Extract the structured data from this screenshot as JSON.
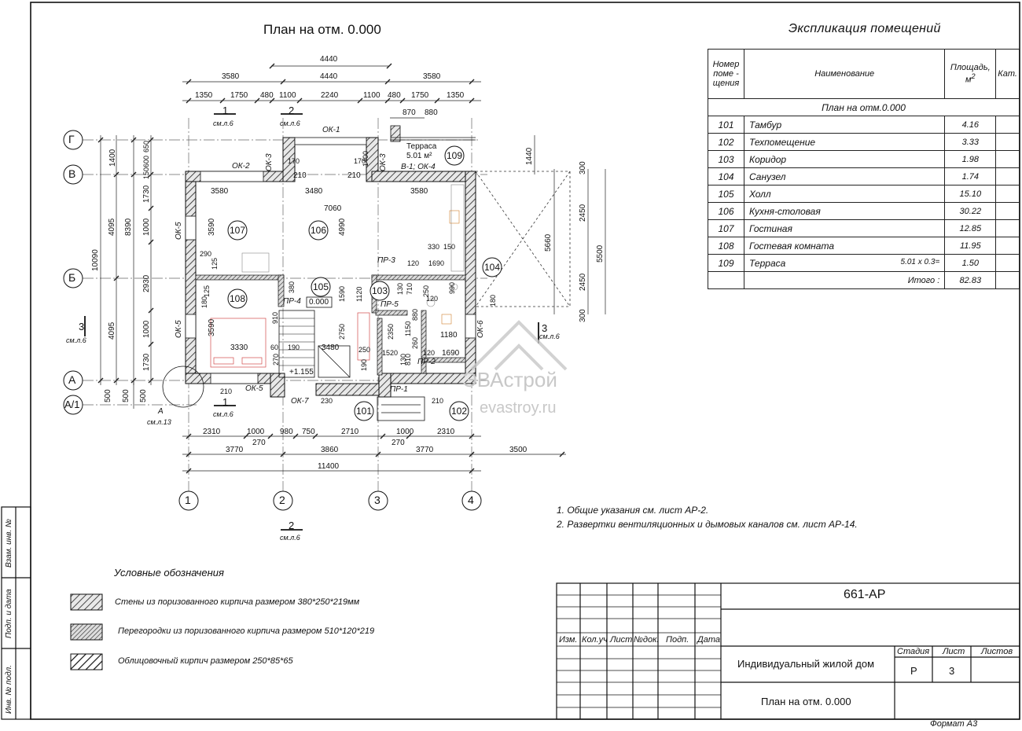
{
  "plan": {
    "title": "План на отм. 0.000",
    "axes_letters": [
      "Г",
      "В",
      "Б",
      "А",
      "А/1"
    ],
    "axes_numbers": [
      "1",
      "2",
      "3",
      "4"
    ],
    "top_dims_row1": [
      "4440"
    ],
    "top_dims_row2": [
      "3580",
      "4440",
      "3580"
    ],
    "top_dims_row3": [
      "1350",
      "1750",
      "480",
      "1100",
      "2240",
      "1100",
      "480",
      "1750",
      "1350"
    ],
    "top_dims_row4": [
      "870",
      "880"
    ],
    "bottom_dims_row1": [
      "2310",
      "1000",
      "980",
      "750",
      "2710",
      "1000",
      "2310"
    ],
    "bottom_dims_row1b": [
      "270",
      "270"
    ],
    "bottom_dims_row2": [
      "3770",
      "3860",
      "3770",
      "3500"
    ],
    "bottom_total": "11400",
    "left_dims_outer": [
      "10090"
    ],
    "left_dims_mid": [
      "4095",
      "8390",
      "4095"
    ],
    "left_dims_inner": [
      "1400",
      "1730",
      "1000",
      "2930",
      "1000",
      "1730"
    ],
    "left_dims_small": [
      "650",
      "600",
      "150"
    ],
    "left_bottom_dims": [
      "500",
      "500",
      "500"
    ],
    "right_dims": [
      "1440",
      "5660",
      "5500",
      "2450",
      "2450",
      "300",
      "300"
    ],
    "openings": [
      "ОК-1",
      "ОК-2",
      "ОК-3",
      "ОК-3",
      "ОК-5",
      "ОК-5",
      "ОК-5",
      "ОК-6",
      "ОК-7",
      "ПР-1",
      "ПР-2",
      "ПР-3",
      "ПР-4",
      "ПР-5",
      "В-1; ОК-4"
    ],
    "interior_dims": [
      "170",
      "170",
      "1400",
      "210",
      "210",
      "3580",
      "3480",
      "3580",
      "7060",
      "3590",
      "4990",
      "290",
      "125",
      "125",
      "330",
      "150",
      "120",
      "1690",
      "380",
      "910",
      "1590",
      "1120",
      "130",
      "710",
      "250",
      "120",
      "990",
      "180",
      "180",
      "3590",
      "3330",
      "60",
      "190",
      "3480",
      "2750",
      "250",
      "1520",
      "2350",
      "1150",
      "260",
      "880",
      "810",
      "130",
      "120",
      "1690",
      "1180",
      "270",
      "190",
      "210",
      "230",
      "210"
    ],
    "terrace_label": "Терраса",
    "terrace_area": "5.01 м²",
    "level_mark": "0.000",
    "level_mark2": "+1.155",
    "room_tags": [
      "101",
      "102",
      "103",
      "104",
      "105",
      "106",
      "107",
      "108",
      "109"
    ],
    "section_marks": [
      {
        "num": "1",
        "ref": "см.л.6"
      },
      {
        "num": "2",
        "ref": "см.л.6"
      },
      {
        "num": "3",
        "ref": "см.л.6"
      },
      {
        "num": "3",
        "ref": "см.л.6"
      },
      {
        "num": "1",
        "ref": "см.л.6"
      },
      {
        "num": "2",
        "ref": "см.л.6"
      }
    ],
    "node_mark": {
      "num": "А",
      "ref": "см.л.13"
    }
  },
  "watermark": {
    "brand": "ЭВАстрой",
    "site": "evastroy.ru"
  },
  "explication": {
    "title": "Экспликация помещений",
    "headers": {
      "num": "Номер поме - щения",
      "name": "Наименование",
      "area": "Площадь, м",
      "area_sup": "2",
      "cat": "Кат."
    },
    "subheader": "План на отм.0.000",
    "rows": [
      {
        "num": "101",
        "name": "Тамбур",
        "area": "4.16"
      },
      {
        "num": "102",
        "name": "Техпомещение",
        "area": "3.33"
      },
      {
        "num": "103",
        "name": "Коридор",
        "area": "1.98"
      },
      {
        "num": "104",
        "name": "Санузел",
        "area": "1.74"
      },
      {
        "num": "105",
        "name": "Холл",
        "area": "15.10"
      },
      {
        "num": "106",
        "name": "Кухня-столовая",
        "area": "30.22"
      },
      {
        "num": "107",
        "name": "Гостиная",
        "area": "12.85"
      },
      {
        "num": "108",
        "name": "Гостевая комната",
        "area": "11.95"
      },
      {
        "num": "109",
        "name": "Терраса",
        "name_extra": "5.01 x 0.3=",
        "area": "1.50"
      }
    ],
    "total_label": "Итого :",
    "total": "82.83"
  },
  "notes": [
    "1.  Общие указания см. лист АР-2.",
    "2.  Развертки вентиляционных и дымовых каналов см. лист АР-14."
  ],
  "legend": {
    "title": "Условные обозначения",
    "items": [
      "Стены из поризованного кирпича размером 380*250*219мм",
      "Перегородки из поризованного кирпича размером 510*120*219",
      "Облицовочный кирпич размером 250*85*65"
    ]
  },
  "side_stamp": [
    "Взам. инв. №",
    "Подп. и дата",
    "Инв. № подл."
  ],
  "title_block": {
    "code": "661-АР",
    "cols": [
      "Изм.",
      "Кол.уч",
      "Лист",
      "№док.",
      "Подп.",
      "Дата"
    ],
    "project": "Индивидуальный жилой дом",
    "sheet_title": "План на отм. 0.000",
    "stage_label": "Стадия",
    "sheet_label": "Лист",
    "sheets_label": "Листов",
    "stage": "Р",
    "sheet": "3",
    "sheets": ""
  },
  "format": "Формат А3"
}
